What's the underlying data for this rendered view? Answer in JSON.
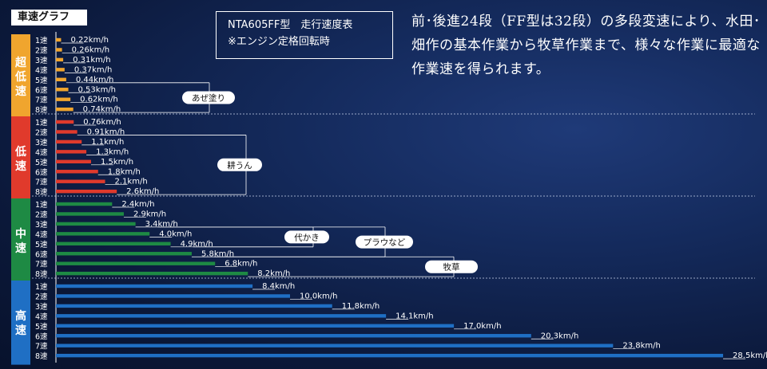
{
  "header": {
    "tag": "車速グラフ",
    "spec_title": "NTA605FF型　走行速度表",
    "spec_note": "※エンジン定格回転時",
    "description": "前･後進24段（FF型は32段）の多段変速により、水田･畑作の基本作業から牧草作業まで、様々な作業に最適な作業速を得られます。"
  },
  "chart_data": {
    "type": "bar",
    "orientation": "horizontal",
    "unit": "km/h",
    "xlim": [
      0,
      29.5
    ],
    "groups": [
      {
        "name": "超低速",
        "color": "#f0a52e",
        "gears": [
          "1速",
          "2速",
          "3速",
          "4速",
          "5速",
          "6速",
          "7速",
          "8速"
        ],
        "values": [
          0.22,
          0.26,
          0.31,
          0.37,
          0.44,
          0.53,
          0.62,
          0.74
        ],
        "labels": [
          "0.22km/h",
          "0.26km/h",
          "0.31km/h",
          "0.37km/h",
          "0.44km/h",
          "0.53km/h",
          "0.62km/h",
          "0.74km/h"
        ]
      },
      {
        "name": "低速",
        "color": "#e03a2c",
        "gears": [
          "1速",
          "2速",
          "3速",
          "4速",
          "5速",
          "6速",
          "7速",
          "8速"
        ],
        "values": [
          0.76,
          0.91,
          1.1,
          1.3,
          1.5,
          1.8,
          2.1,
          2.6
        ],
        "labels": [
          "0.76km/h",
          "0.91km/h",
          "1.1km/h",
          "1.3km/h",
          "1.5km/h",
          "1.8km/h",
          "2.1km/h",
          "2.6km/h"
        ]
      },
      {
        "name": "中速",
        "color": "#1e8a44",
        "gears": [
          "1速",
          "2速",
          "3速",
          "4速",
          "5速",
          "6速",
          "7速",
          "8速"
        ],
        "values": [
          2.4,
          2.9,
          3.4,
          4.0,
          4.9,
          5.8,
          6.8,
          8.2
        ],
        "labels": [
          "2.4km/h",
          "2.9km/h",
          "3.4km/h",
          "4.0km/h",
          "4.9km/h",
          "5.8km/h",
          "6.8km/h",
          "8.2km/h"
        ]
      },
      {
        "name": "高速",
        "color": "#1f6fc4",
        "gears": [
          "1速",
          "2速",
          "3速",
          "4速",
          "5速",
          "6速",
          "7速",
          "8速"
        ],
        "values": [
          8.4,
          10.0,
          11.8,
          14.1,
          17.0,
          20.3,
          23.8,
          28.5
        ],
        "labels": [
          "8.4km/h",
          "10.0km/h",
          "11.8km/h",
          "14.1km/h",
          "17.0km/h",
          "20.3km/h",
          "23.8km/h",
          "28.5km/h"
        ]
      }
    ],
    "annotations": [
      {
        "label": "あぜ塗り",
        "group": 0,
        "from_gear": 5,
        "to_gear": 8
      },
      {
        "label": "耕うん",
        "group": 1,
        "from_gear": 2,
        "to_gear": 8
      },
      {
        "label": "代かき",
        "group": 2,
        "from_gear": 3,
        "to_gear": 5
      },
      {
        "label": "プラウなど",
        "group": 2,
        "from_gear": 3,
        "to_gear": 6
      },
      {
        "label": "牧草",
        "group": 2,
        "from_gear": 6,
        "to_gear": 8
      }
    ]
  }
}
